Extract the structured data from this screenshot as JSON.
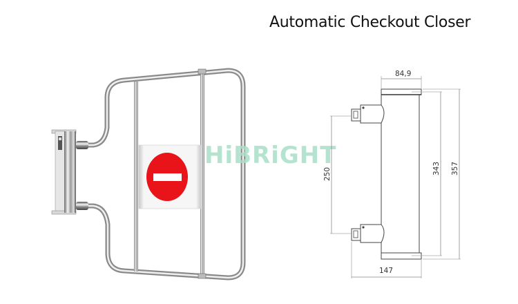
{
  "header": {
    "title": "Automatic Checkout Closer"
  },
  "watermark": {
    "text": "HiBRiGHT",
    "color": "#a8e0c8"
  },
  "product_photo": {
    "description": "Chrome swing gate with no-entry sign",
    "sign_icon": "no-entry-icon",
    "sign_color": "#e8141a"
  },
  "technical_drawing": {
    "dimensions": {
      "top_width": "84,9",
      "bottom_width": "147",
      "mount_spacing": "250",
      "body_height": "343",
      "total_height": "357"
    },
    "units": "mm"
  }
}
